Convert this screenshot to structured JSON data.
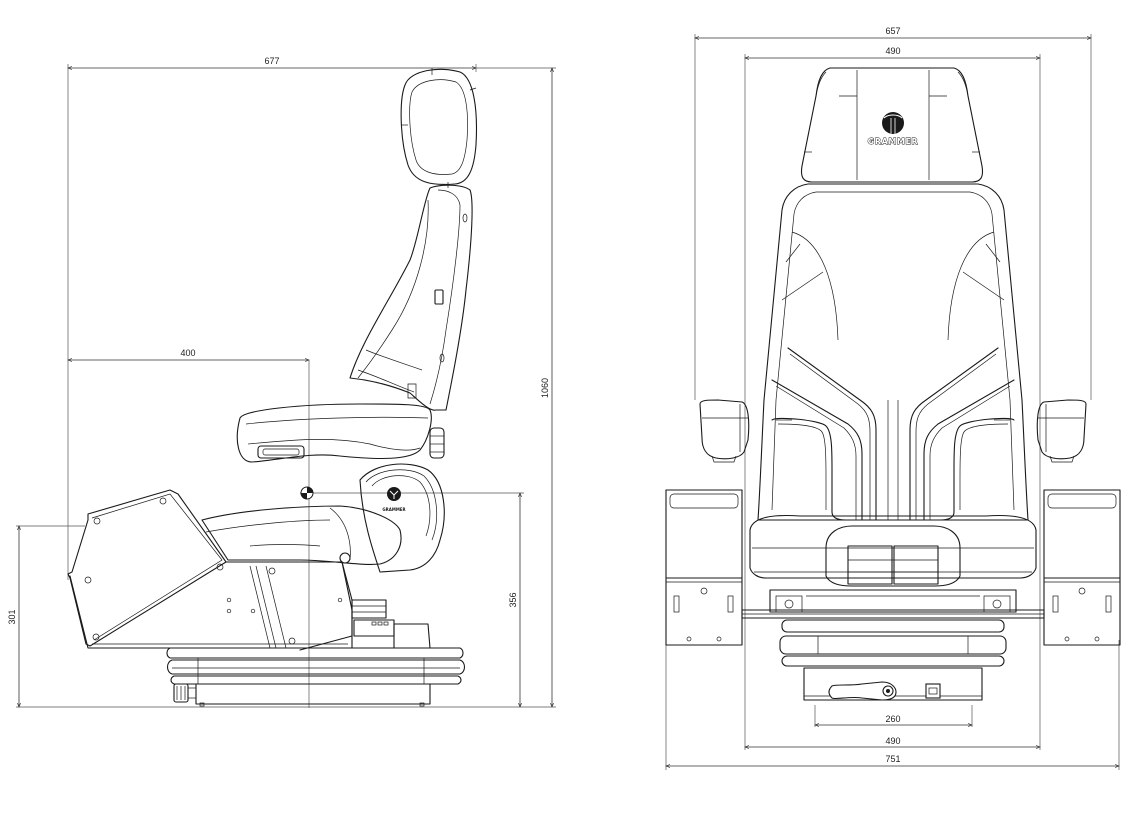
{
  "drawing": {
    "subject": "Driver seat dimensional drawing",
    "brand": "GRAMMER",
    "units": "mm"
  },
  "side_view": {
    "name": "Side view",
    "dimensions": {
      "overall_depth": "677",
      "seat_reference_depth": "400",
      "overall_height": "1060",
      "console_height": "301",
      "suspension_height": "356"
    }
  },
  "front_view": {
    "name": "Front view",
    "dimensions": {
      "overall_width_top": "657",
      "backrest_width": "490",
      "base_mount_width": "260",
      "seat_width_bottom": "490",
      "overall_width_bottom": "751"
    }
  }
}
